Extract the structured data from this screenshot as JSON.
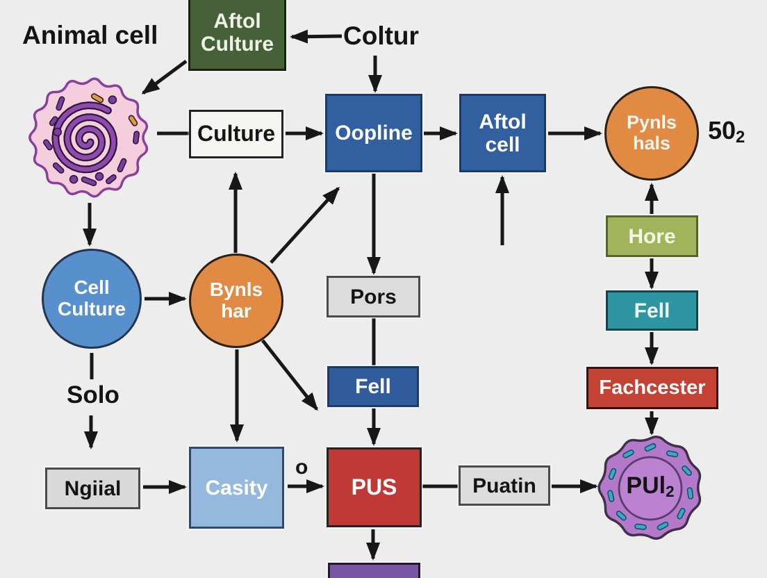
{
  "canvas": {
    "background": "#ededed",
    "arrow_color": "#171717"
  },
  "annotations": {
    "animal_cell": "Animal cell",
    "coltur": "Coltur",
    "solo": "Solo",
    "o_small": "o",
    "so2": {
      "main": "50",
      "sub": "2"
    }
  },
  "nodes": {
    "aftol_culture": {
      "label": "Aftol Culture",
      "fill": "#46603a",
      "text": "#eef3e6"
    },
    "culture": {
      "label": "Culture",
      "fill": "#f5f5f3",
      "text": "#161616"
    },
    "oopline": {
      "label": "Oopline",
      "fill": "#325f9f",
      "text": "#ffffff"
    },
    "aftol_cell": {
      "label": "Aftol cell",
      "fill": "#325f9f",
      "text": "#ffffff"
    },
    "pynls_hals": {
      "label": "Pynls hals",
      "fill": "#e08a44",
      "text": "#fdf6ec"
    },
    "hore": {
      "label": "Hore",
      "fill": "#a2b35c",
      "text": "#f4f7e4"
    },
    "fell_teal": {
      "label": "Fell",
      "fill": "#2e96a3",
      "text": "#eef8f7"
    },
    "fachcester": {
      "label": "Fachcester",
      "fill": "#c44233",
      "text": "#ffffff"
    },
    "cell_culture": {
      "label": "Cell Culture",
      "fill": "#5890ce",
      "text": "#ffffff"
    },
    "bynls_har": {
      "label": "Bynls har",
      "fill": "#e08a44",
      "text": "#ffffff"
    },
    "solo_arrowed": {
      "label": "Solo"
    },
    "ngiial": {
      "label": "Ngiial",
      "fill": "#d9d9d9",
      "text": "#141414"
    },
    "casity": {
      "label": "Casity",
      "fill": "#94b8de",
      "text": "#ffffff"
    },
    "pus": {
      "label": "PUS",
      "fill": "#bf3936",
      "text": "#ffffff"
    },
    "puatin": {
      "label": "Puatin",
      "fill": "#dcdcdc",
      "text": "#141414"
    },
    "pors": {
      "label": "Pors",
      "fill": "#dcdcdc",
      "text": "#141414"
    },
    "fell_blue": {
      "label": "Fell",
      "fill": "#305c9e",
      "text": "#ffffff"
    },
    "bottom_partial": {
      "label": "",
      "fill": "#7a55a5",
      "text": "#ffffff"
    }
  },
  "cells": {
    "animal_cell_illustration": {
      "body": "#f5cede",
      "membrane": "#8a3f9a",
      "nucleus": "#9049ae",
      "nucleus_dark": "#2a1836",
      "organelles": "#7c3da2",
      "accent": "#dd9b3c"
    },
    "pul2_cell_illustration": {
      "label": {
        "main": "PUl",
        "sub": "2"
      },
      "body": "#b579cb",
      "body_inner": "#bb82d2",
      "outline": "#413049",
      "inner_ring": "#5c3a6e",
      "rods": "#3aa9c9",
      "text": "#161616"
    }
  }
}
